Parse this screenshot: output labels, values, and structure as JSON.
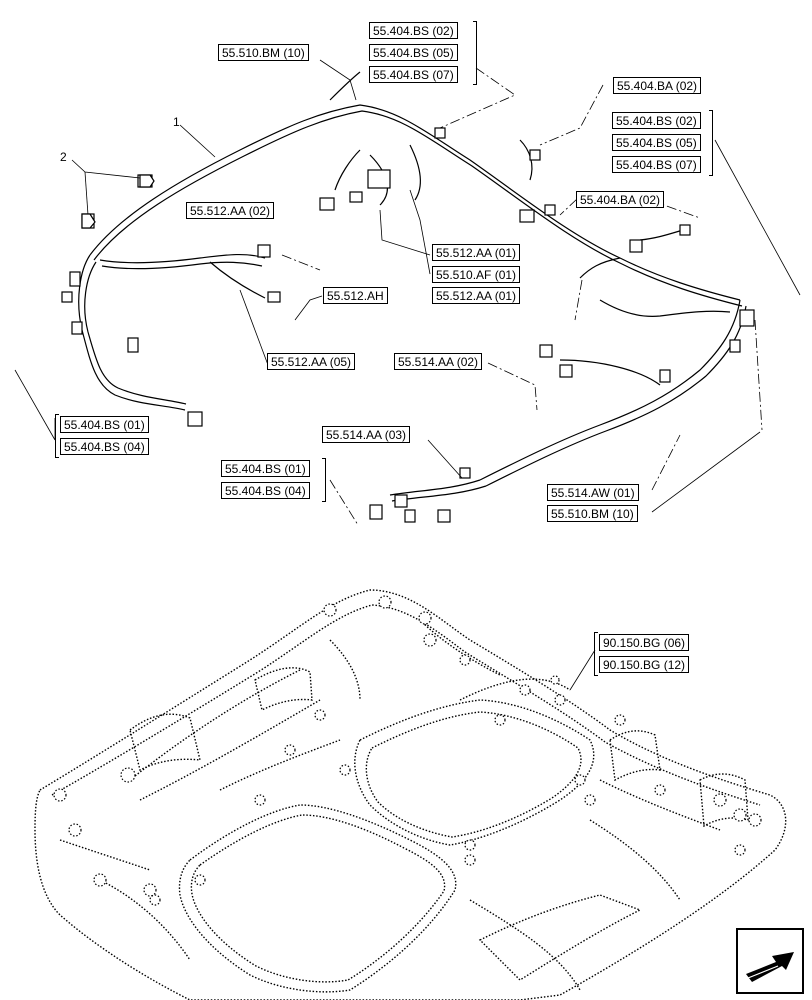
{
  "callouts": {
    "item1": "1",
    "item2": "2"
  },
  "refs": {
    "bs02_top": "55.404.BS (02)",
    "bs05_top": "55.404.BS (05)",
    "bs07_top": "55.404.BS (07)",
    "bm10_top": "55.510.BM (10)",
    "ba02_a": "55.404.BA (02)",
    "bs02_r": "55.404.BS (02)",
    "bs05_r": "55.404.BS (05)",
    "bs07_r": "55.404.BS (07)",
    "ba02_b": "55.404.BA (02)",
    "aa02": "55.512.AA (02)",
    "aa01_a": "55.512.AA (01)",
    "af01": "55.510.AF (01)",
    "aa01_b": "55.512.AA (01)",
    "ah": "55.512.AH",
    "aa05": "55.512.AA (05)",
    "aa02_514": "55.514.AA (02)",
    "bs01_l": "55.404.BS (01)",
    "bs04_l": "55.404.BS (04)",
    "aa03_514": "55.514.AA (03)",
    "bs01_m": "55.404.BS (01)",
    "bs04_m": "55.404.BS (04)",
    "aw01": "55.514.AW (01)",
    "bm10_bot": "55.510.BM (10)",
    "bg06": "90.150.BG (06)",
    "bg12": "90.150.BG (12)"
  },
  "icons": {
    "nav": "next-page-arrow-icon"
  }
}
